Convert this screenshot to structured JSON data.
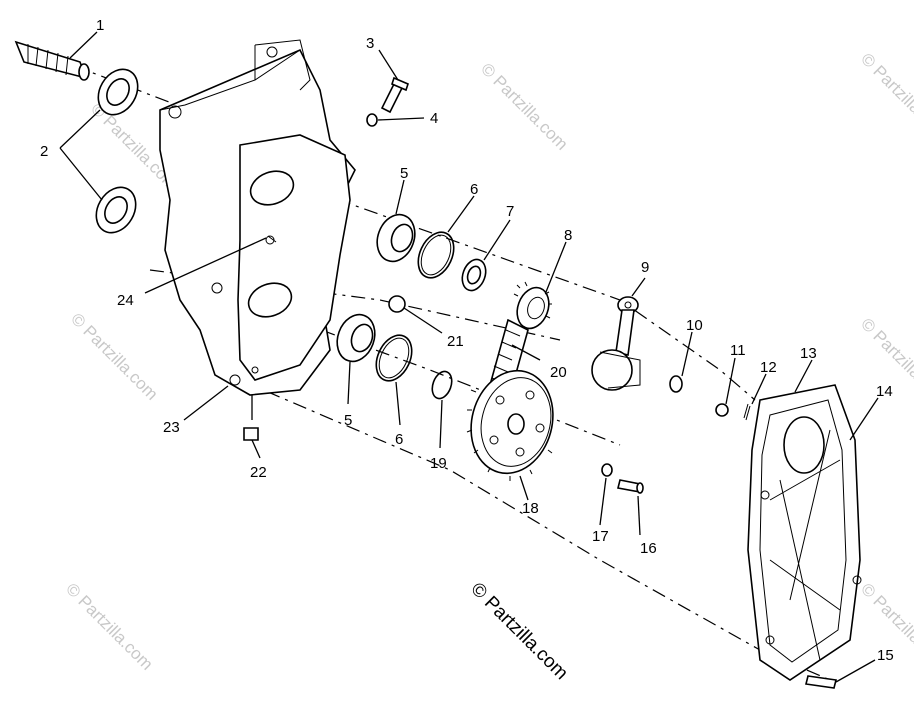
{
  "callouts": {
    "c1": "1",
    "c2": "2",
    "c3": "3",
    "c4": "4",
    "c5a": "5",
    "c5b": "5",
    "c6a": "6",
    "c6b": "6",
    "c7": "7",
    "c8": "8",
    "c9": "9",
    "c10": "10",
    "c11": "11",
    "c12": "12",
    "c13": "13",
    "c14": "14",
    "c15": "15",
    "c16": "16",
    "c17": "17",
    "c18": "18",
    "c19": "19",
    "c20": "20",
    "c21": "21",
    "c22": "22",
    "c23": "23",
    "c24": "24"
  },
  "watermark": {
    "small": "© Partzilla.com",
    "main": "© Partzilla.com"
  }
}
